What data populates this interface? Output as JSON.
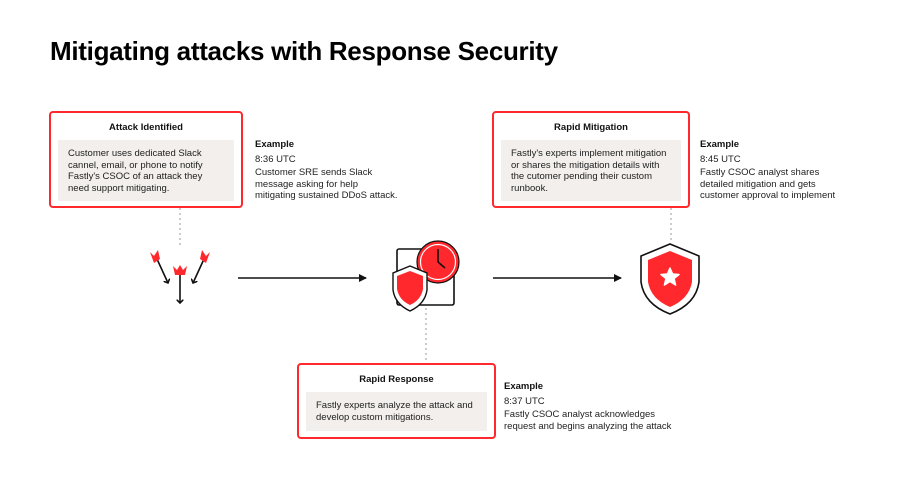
{
  "title": "Mitigating attacks with Response Security",
  "colors": {
    "accent": "#ff282d",
    "card_body_bg": "#f2efec",
    "line": "#111111",
    "connector": "#999999"
  },
  "steps": [
    {
      "id": "attack-identified",
      "title": "Attack Identified",
      "body": "Customer uses dedicated Slack\ncannel, email, or phone to notify\nFastly's CSOC of an attack they\nneed support mitigating.",
      "icon": "arrows-icon",
      "example": {
        "label": "Example",
        "time": "8:36 UTC",
        "text": "Customer SRE sends Slack\nmessage asking for help\nmitigating sustained DDoS attack."
      }
    },
    {
      "id": "rapid-response",
      "title": "Rapid Response",
      "body": "Fastly experts analyze the attack and\ndevelop custom mitigations.",
      "icon": "shield-clock-icon",
      "example": {
        "label": "Example",
        "time": "8:37 UTC",
        "text": "Fastly CSOC analyst acknowledges\nrequest and begins analyzing the attack"
      }
    },
    {
      "id": "rapid-mitigation",
      "title": "Rapid Mitigation",
      "body": "Fastly's experts implement mitigation\nor shares the mitigation details with\nthe cutomer pending their custom\nrunbook.",
      "icon": "shield-star-icon",
      "example": {
        "label": "Example",
        "time": "8:45 UTC",
        "text": "Fastly CSOC analyst shares\ndetailed mitigation and gets\ncustomer approval to implement"
      }
    }
  ]
}
